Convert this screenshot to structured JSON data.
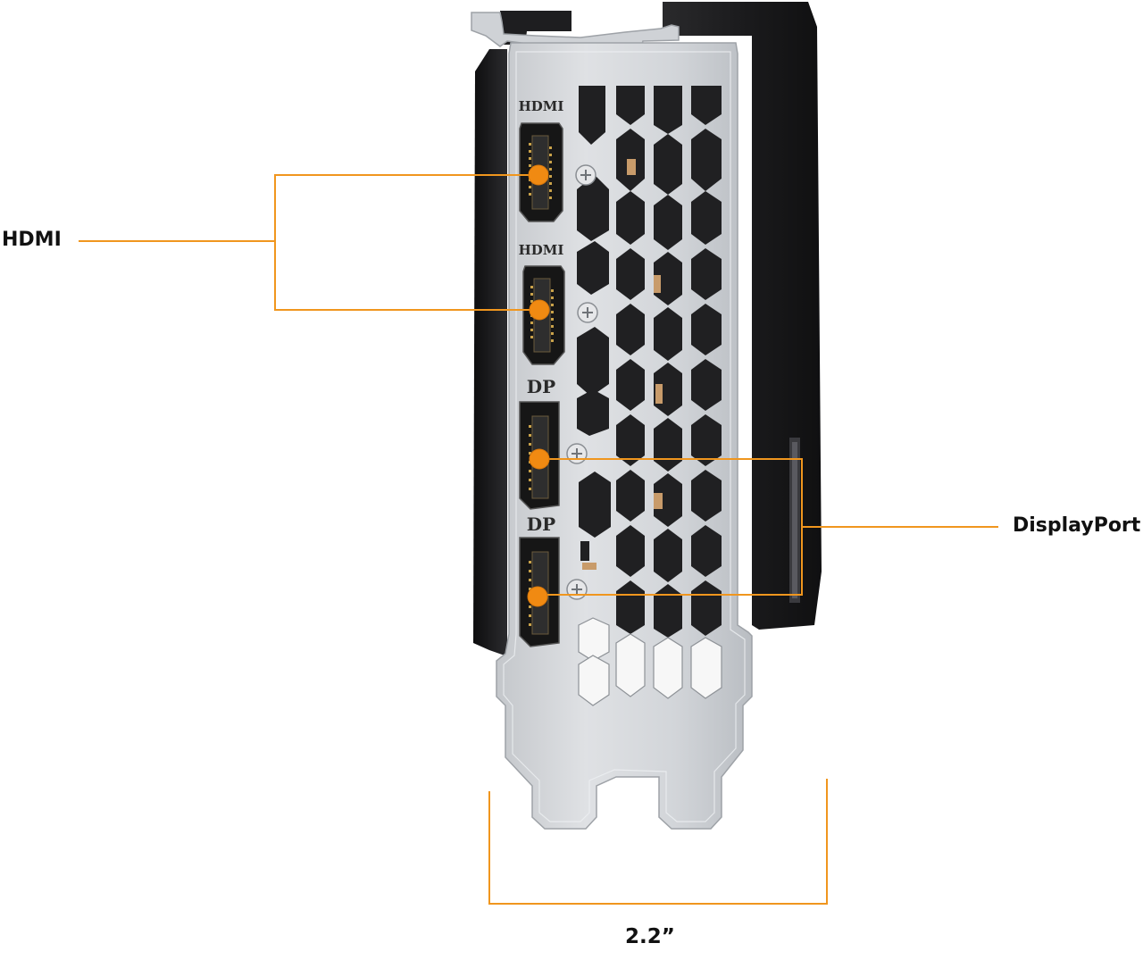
{
  "callouts": {
    "hdmi": "HDMI",
    "displayport": "DisplayPort",
    "bracket_width": "2.2”"
  },
  "bracket_markings": {
    "hdmi_1": "HDMI",
    "hdmi_2": "HDMI",
    "dp_1": "DP",
    "dp_2": "DP"
  },
  "colors": {
    "callout_line": "#f0961e",
    "callout_dot": "#f08a12",
    "bracket_metal": "#d3d5d8",
    "bracket_edge": "#9ea2a7",
    "cooler_dark": "#1c1c1e",
    "port_dark": "#161616"
  }
}
